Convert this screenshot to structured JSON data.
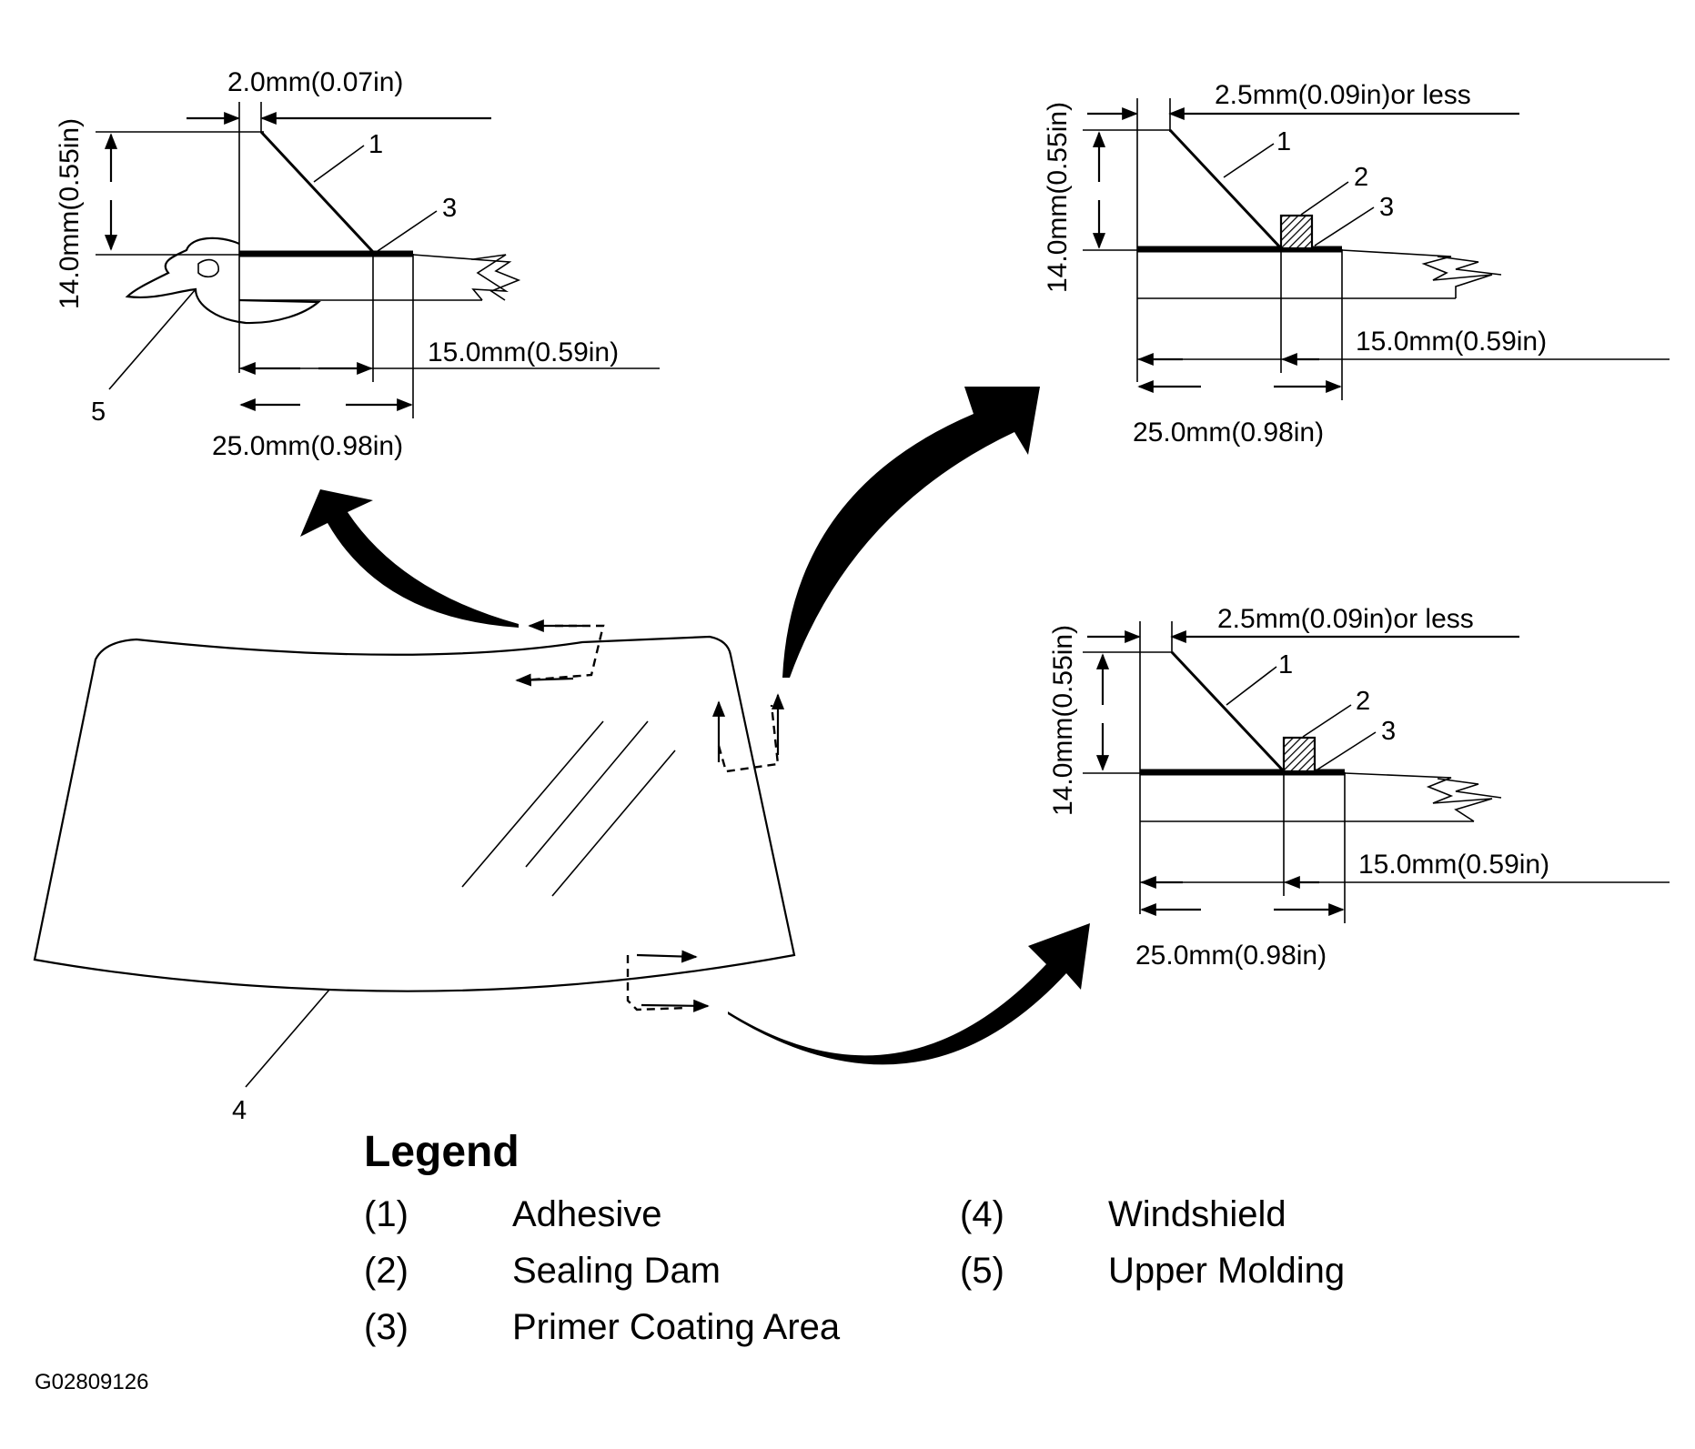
{
  "top_left_detail": {
    "gap": "2.0mm(0.07in)",
    "height": "14.0mm(0.55in)",
    "inner_width": "15.0mm(0.59in)",
    "outer_width": "25.0mm(0.98in)",
    "callouts": [
      "1",
      "3",
      "5"
    ]
  },
  "top_right_detail": {
    "gap": "2.5mm(0.09in)or less",
    "height": "14.0mm(0.55in)",
    "inner_width": "15.0mm(0.59in)",
    "outer_width": "25.0mm(0.98in)",
    "callouts": [
      "1",
      "2",
      "3"
    ]
  },
  "bottom_right_detail": {
    "gap": "2.5mm(0.09in)or less",
    "height": "14.0mm(0.55in)",
    "inner_width": "15.0mm(0.59in)",
    "outer_width": "25.0mm(0.98in)",
    "callouts": [
      "1",
      "2",
      "3"
    ]
  },
  "windshield_callout": "4",
  "legend": {
    "title": "Legend",
    "items": [
      {
        "num": "(1)",
        "label": "Adhesive"
      },
      {
        "num": "(2)",
        "label": "Sealing Dam"
      },
      {
        "num": "(3)",
        "label": "Primer Coating Area"
      },
      {
        "num": "(4)",
        "label": "Windshield"
      },
      {
        "num": "(5)",
        "label": "Upper Molding"
      }
    ]
  },
  "figure_id": "G02809126"
}
